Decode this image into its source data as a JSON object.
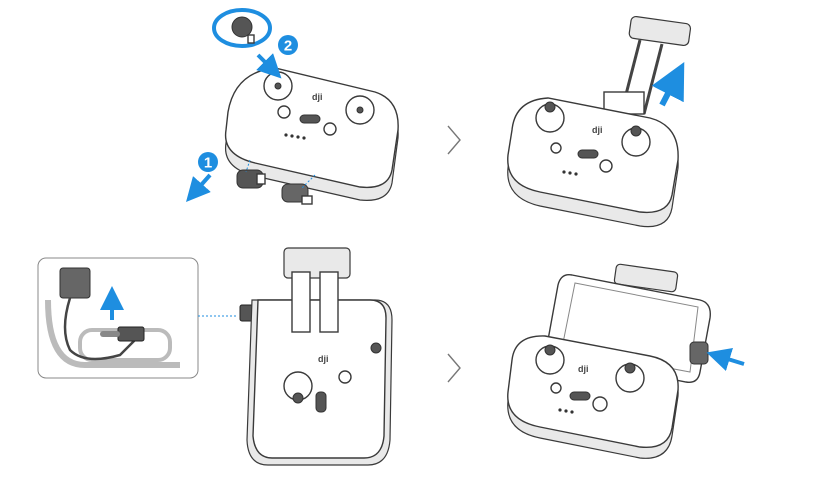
{
  "steps": [
    {
      "label": "1"
    },
    {
      "label": "2"
    }
  ],
  "logo_text": "dji",
  "colors": {
    "accent": "#1e8ee0",
    "outline": "#3a3a3a",
    "chevron": "#777777"
  }
}
